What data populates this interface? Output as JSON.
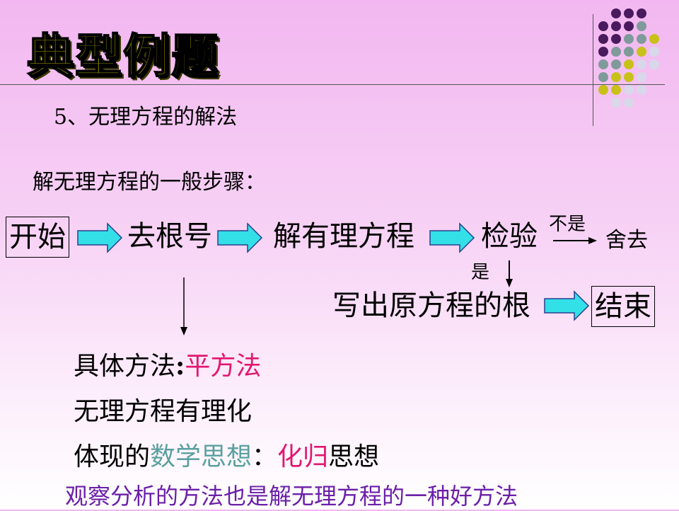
{
  "title": "典型例题",
  "subtitle": "5、无理方程的解法",
  "steps_title": "解无理方程的一般步骤：",
  "flow": {
    "start": "开始",
    "step1": "去根号",
    "step2": "解有理方程",
    "step3": "检验",
    "no_label": "不是",
    "discard": "舍去",
    "yes_label": "是",
    "write_root": "写出原方程的根",
    "end": "结束"
  },
  "methods": {
    "label": "具体方法",
    "colon": ":",
    "value": "平方法",
    "line2": "无理方程有理化",
    "line3_a": "体现的",
    "line3_b": "数学思想",
    "line3_c": "：",
    "line3_d": "化归",
    "line3_e": "思想"
  },
  "bottom_note": "观察分析的方法也是解无理方程的一种好方法",
  "colors": {
    "arrow_fill": "#33e0e8",
    "accent_pink": "#e2176f",
    "accent_teal": "#5aa0a0",
    "note_purple": "#6b1fa8",
    "dot_purple": "#4a1a5e",
    "dot_gray": "#7f9a9a",
    "dot_yellow": "#c8c11a",
    "dot_light": "#d8d8ea"
  }
}
